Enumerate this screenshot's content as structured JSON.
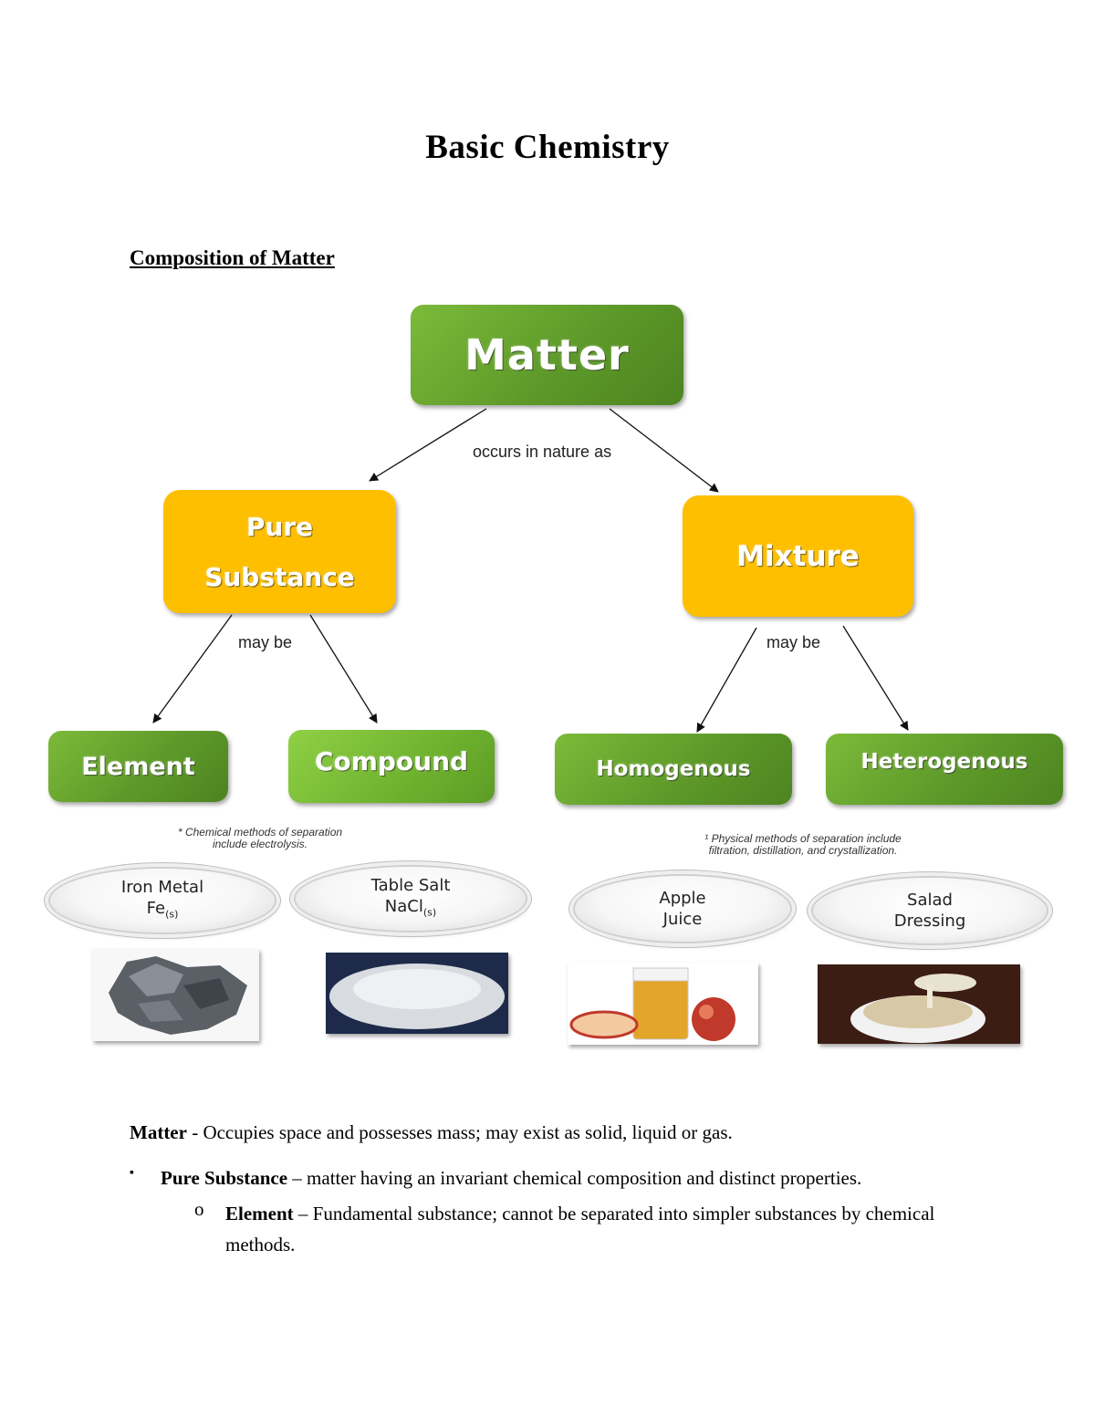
{
  "document": {
    "title": "Basic Chemistry",
    "section_heading": "Composition of Matter"
  },
  "diagram": {
    "root": "Matter",
    "root_connector": "occurs in nature as",
    "pure_substance": "Pure Substance",
    "pure_substance_line1": "Pure",
    "pure_substance_line2": "Substance",
    "mixture": "Mixture",
    "may_be": "may be",
    "element": "Element",
    "compound": "Compound",
    "homogenous": "Homogenous",
    "heterogenous": "Heterogenous",
    "chemical_note_line1": "* Chemical methods of separation",
    "chemical_note_line2": "include electrolysis.",
    "physical_note_line1": "¹ Physical methods of separation include",
    "physical_note_line2": "filtration, distillation, and crystallization.",
    "examples": {
      "iron_line1": "Iron Metal",
      "iron_line2": "Fe",
      "iron_state": "(s)",
      "salt_line1": "Table Salt",
      "salt_line2": "NaCl",
      "salt_state": "(s)",
      "apple_line1": "Apple",
      "apple_line2": "Juice",
      "salad_line1": "Salad",
      "salad_line2": "Dressing"
    }
  },
  "definitions": {
    "matter_term": "Matter",
    "matter_text": " - Occupies space and possesses mass; may exist as solid, liquid or gas.",
    "pure_bullet": "▪",
    "pure_term": "Pure Substance",
    "pure_text": " – matter having an invariant chemical composition and distinct properties.",
    "element_bullet": "o",
    "element_term": "Element",
    "element_text": " – Fundamental substance; cannot be separated into simpler substances by chemical methods."
  },
  "colors": {
    "green": "#5e9a29",
    "yellow": "#fdbf00"
  }
}
